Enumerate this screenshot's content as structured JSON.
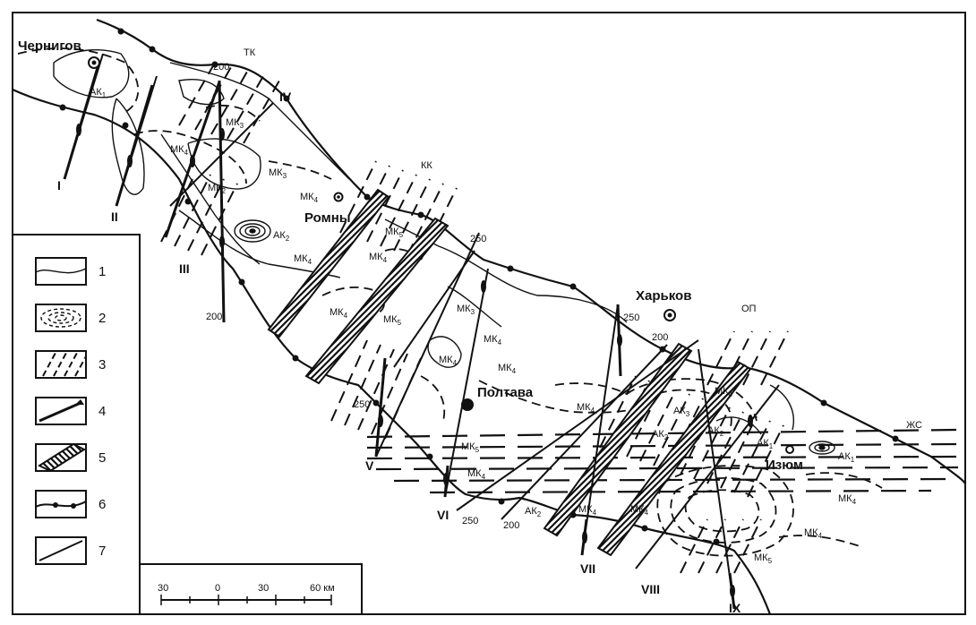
{
  "cities": {
    "chernigov": "Чернигов",
    "romny": "Ромны",
    "poltava": "Полтава",
    "kharkov": "Харьков",
    "izyum": "Изюм"
  },
  "region_labels": {
    "tk": "ТК",
    "kk": "КК",
    "op": "ОП",
    "zhs": "ЖС"
  },
  "profiles": [
    "I",
    "II",
    "III",
    "IV",
    "V",
    "VI",
    "VII",
    "VIII",
    "IX"
  ],
  "isoline_values": {
    "v200_a": "200",
    "v200_b": "200",
    "v250_a": "250",
    "v250_b": "250",
    "v250_c": "250",
    "v200_c": "200",
    "v250_d": "250",
    "v200_d": "200"
  },
  "zone_labels": {
    "ak1_chern": {
      "base": "АК",
      "sub": "1"
    },
    "mk_a": {
      "base": "МК",
      "sub": "3"
    },
    "mk_b": {
      "base": "МК",
      "sub": "4"
    },
    "mk_c": {
      "base": "МК",
      "sub": "3"
    },
    "mk_d": {
      "base": "МК",
      "sub": "2"
    },
    "mk_e": {
      "base": "МК",
      "sub": "4"
    },
    "ak2_romny": {
      "base": "АК",
      "sub": "2"
    },
    "mk_f": {
      "base": "МК",
      "sub": "4"
    },
    "mk_g": {
      "base": "МК",
      "sub": "5"
    },
    "mk_h": {
      "base": "МК",
      "sub": "4"
    },
    "mk_i": {
      "base": "МК",
      "sub": "4"
    },
    "mk_j": {
      "base": "МК",
      "sub": "5"
    },
    "mk_k": {
      "base": "МК",
      "sub": "3"
    },
    "mk_l": {
      "base": "МК",
      "sub": "4"
    },
    "mk_m": {
      "base": "МК",
      "sub": "4"
    },
    "mk_n": {
      "base": "МК",
      "sub": "4"
    },
    "mk_o": {
      "base": "МК",
      "sub": "4"
    },
    "mk_p": {
      "base": "МК",
      "sub": "5"
    },
    "mk_q": {
      "base": "МК",
      "sub": "4"
    },
    "mk_r": {
      "base": "МК",
      "sub": "4"
    },
    "ak_s": {
      "base": "АК",
      "sub": "3"
    },
    "ak_t": {
      "base": "АК",
      "sub": "2"
    },
    "ak_u": {
      "base": "АК",
      "sub": "2"
    },
    "ak_v": {
      "base": "АК",
      "sub": "1"
    },
    "ak_w": {
      "base": "АК",
      "sub": "1"
    },
    "ak_x": {
      "base": "АК",
      "sub": "2"
    },
    "mk_y": {
      "base": "МК",
      "sub": "4"
    },
    "mk_z": {
      "base": "МК",
      "sub": "4"
    },
    "mk_aa": {
      "base": "МК",
      "sub": "4"
    },
    "mk_ab": {
      "base": "МК",
      "sub": "4"
    },
    "mk_ac": {
      "base": "МК",
      "sub": "5"
    }
  },
  "legend": {
    "items": [
      "1",
      "2",
      "3",
      "4",
      "5",
      "6",
      "7"
    ]
  },
  "scale": {
    "ticks": [
      "30",
      "0",
      "30",
      "60 км"
    ]
  },
  "colors": {
    "ink": "#111111",
    "paper": "#ffffff"
  }
}
